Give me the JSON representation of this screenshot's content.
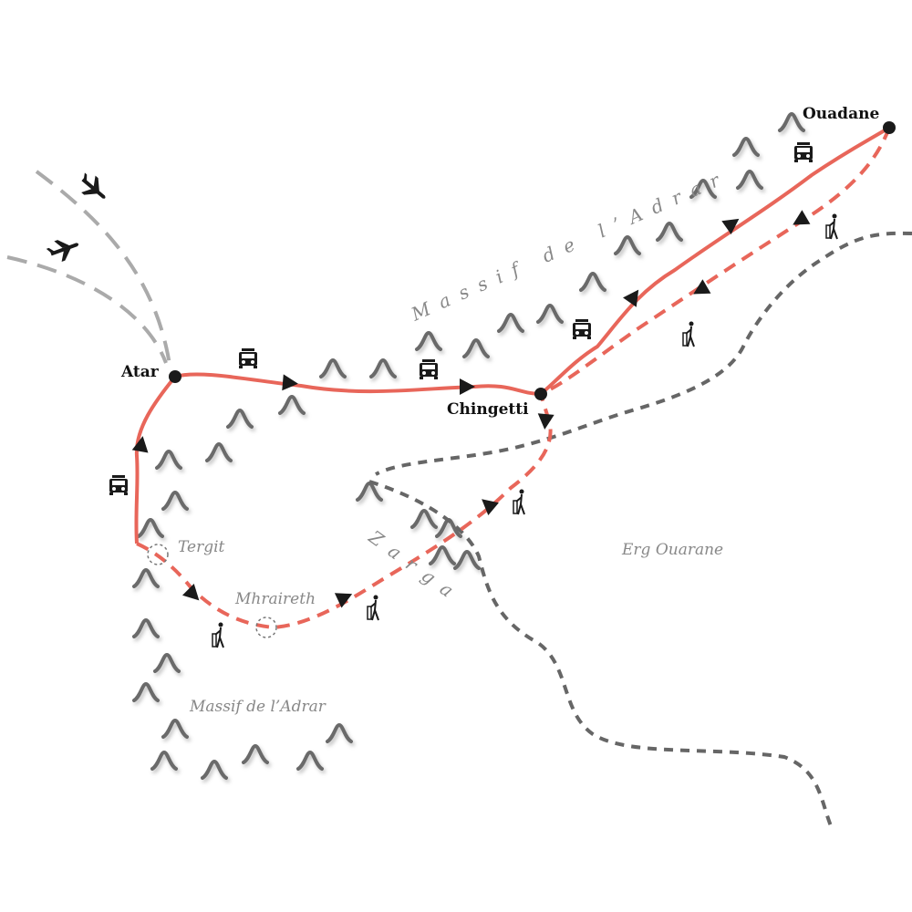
{
  "towns": {
    "atar": "Atar",
    "chingetti": "Chingetti",
    "ouadane": "Ouadane"
  },
  "places": {
    "tergit": "Tergit",
    "mhraireth": "Mhraireth",
    "zarga": "Zarga",
    "erg": "Erg Ouarane",
    "massif_top": "Massif de l’Adrar",
    "massif_bottom": "Massif de l’Adrar"
  },
  "colors": {
    "route": "#e8665a",
    "track": "#666666",
    "flight": "#aaaaaa",
    "mountain": "#6b6b6b",
    "marker": "#1a1a1a"
  },
  "icons": [
    "plane-icon",
    "car-icon",
    "hiker-icon",
    "mountain-icon",
    "direction-arrow-icon"
  ]
}
